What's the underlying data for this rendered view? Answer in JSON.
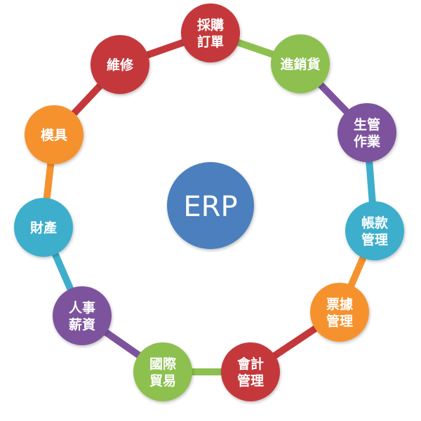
{
  "center": {
    "label": "ERP",
    "color": "#4b7fbe"
  },
  "modules": [
    {
      "lines": [
        "採購",
        "訂單"
      ],
      "color": "#c4373a",
      "icon": "circle-node"
    },
    {
      "lines": [
        "進銷貨"
      ],
      "color": "#8dc04f",
      "icon": "circle-node"
    },
    {
      "lines": [
        "生管",
        "作業"
      ],
      "color": "#7d539e",
      "icon": "circle-node"
    },
    {
      "lines": [
        "帳款",
        "管理"
      ],
      "color": "#3eaecc",
      "icon": "circle-node"
    },
    {
      "lines": [
        "票據",
        "管理"
      ],
      "color": "#f5922f",
      "icon": "circle-node"
    },
    {
      "lines": [
        "會計",
        "管理"
      ],
      "color": "#c4373a",
      "icon": "circle-node"
    },
    {
      "lines": [
        "國際",
        "貿易"
      ],
      "color": "#8dc04f",
      "icon": "circle-node"
    },
    {
      "lines": [
        "人事",
        "薪資"
      ],
      "color": "#7d539e",
      "icon": "circle-node"
    },
    {
      "lines": [
        "財產"
      ],
      "color": "#3eaecc",
      "icon": "circle-node"
    },
    {
      "lines": [
        "模具"
      ],
      "color": "#f5922f",
      "icon": "circle-node"
    },
    {
      "lines": [
        "維修"
      ],
      "color": "#c4373a",
      "icon": "circle-node"
    }
  ]
}
